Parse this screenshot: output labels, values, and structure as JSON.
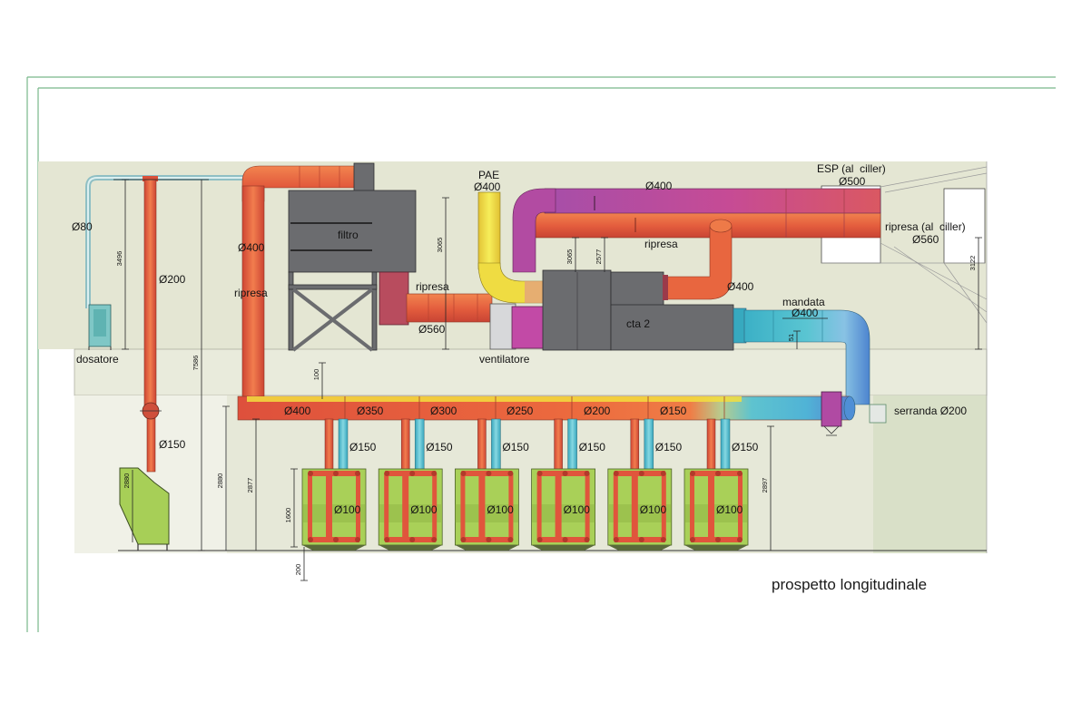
{
  "caption": "prospetto longitudinale",
  "equipment": {
    "filter": "filtro",
    "ahu": "cta 2",
    "doser": "dosatore",
    "fan": "ventilatore",
    "pae": "PAE",
    "esp": "ESP (al  ciller)",
    "return_chiller": "ripresa (al  ciller)",
    "supply": "mandata",
    "damper": "serranda Ø200"
  },
  "duct_labels": {
    "doser_line": "Ø80",
    "left_riser": "Ø200",
    "left_drop": "Ø150",
    "return_riser_size": "Ø400",
    "return_riser_name": "ripresa",
    "pae_size": "Ø400",
    "upper_duct_size": "Ø400",
    "esp_size": "Ø500",
    "return_chiller_size": "Ø560",
    "upper_return_name": "ripresa",
    "filter_return_name": "ripresa",
    "filter_return_size": "Ø560",
    "ahu_return_size": "Ø400",
    "supply_size": "Ø400"
  },
  "main_duct_sizes": [
    "Ø400",
    "Ø350",
    "Ø300",
    "Ø250",
    "Ø200",
    "Ø150"
  ],
  "booths": [
    {
      "branch": "Ø150",
      "inlet": "Ø100"
    },
    {
      "branch": "Ø150",
      "inlet": "Ø100"
    },
    {
      "branch": "Ø150",
      "inlet": "Ø100"
    },
    {
      "branch": "Ø150",
      "inlet": "Ø100"
    },
    {
      "branch": "Ø150",
      "inlet": "Ø100"
    },
    {
      "branch": "Ø150",
      "inlet": "Ø100"
    }
  ],
  "dimensions": {
    "doser_height": "3496",
    "total_height": "7586",
    "pae_height": "3065",
    "ahu_dim_a": "3065",
    "ahu_dim_b": "2577",
    "chiller_height": "3122",
    "supply_gap": "51",
    "slab_gap": "100",
    "hopper_height": "2880",
    "left_height": "2880",
    "duct_height": "2877",
    "right_height": "2897",
    "booth_height": "1600",
    "booth_base": "200"
  },
  "colors": {
    "frame": "#79b88a",
    "equipment": "#6b6c6f",
    "booth": "#a9d058",
    "hot_duct": "#e0553c",
    "magenta_duct": "#b84ba2",
    "yellow_duct": "#efdc42",
    "cold_duct": "#52c0d0"
  }
}
